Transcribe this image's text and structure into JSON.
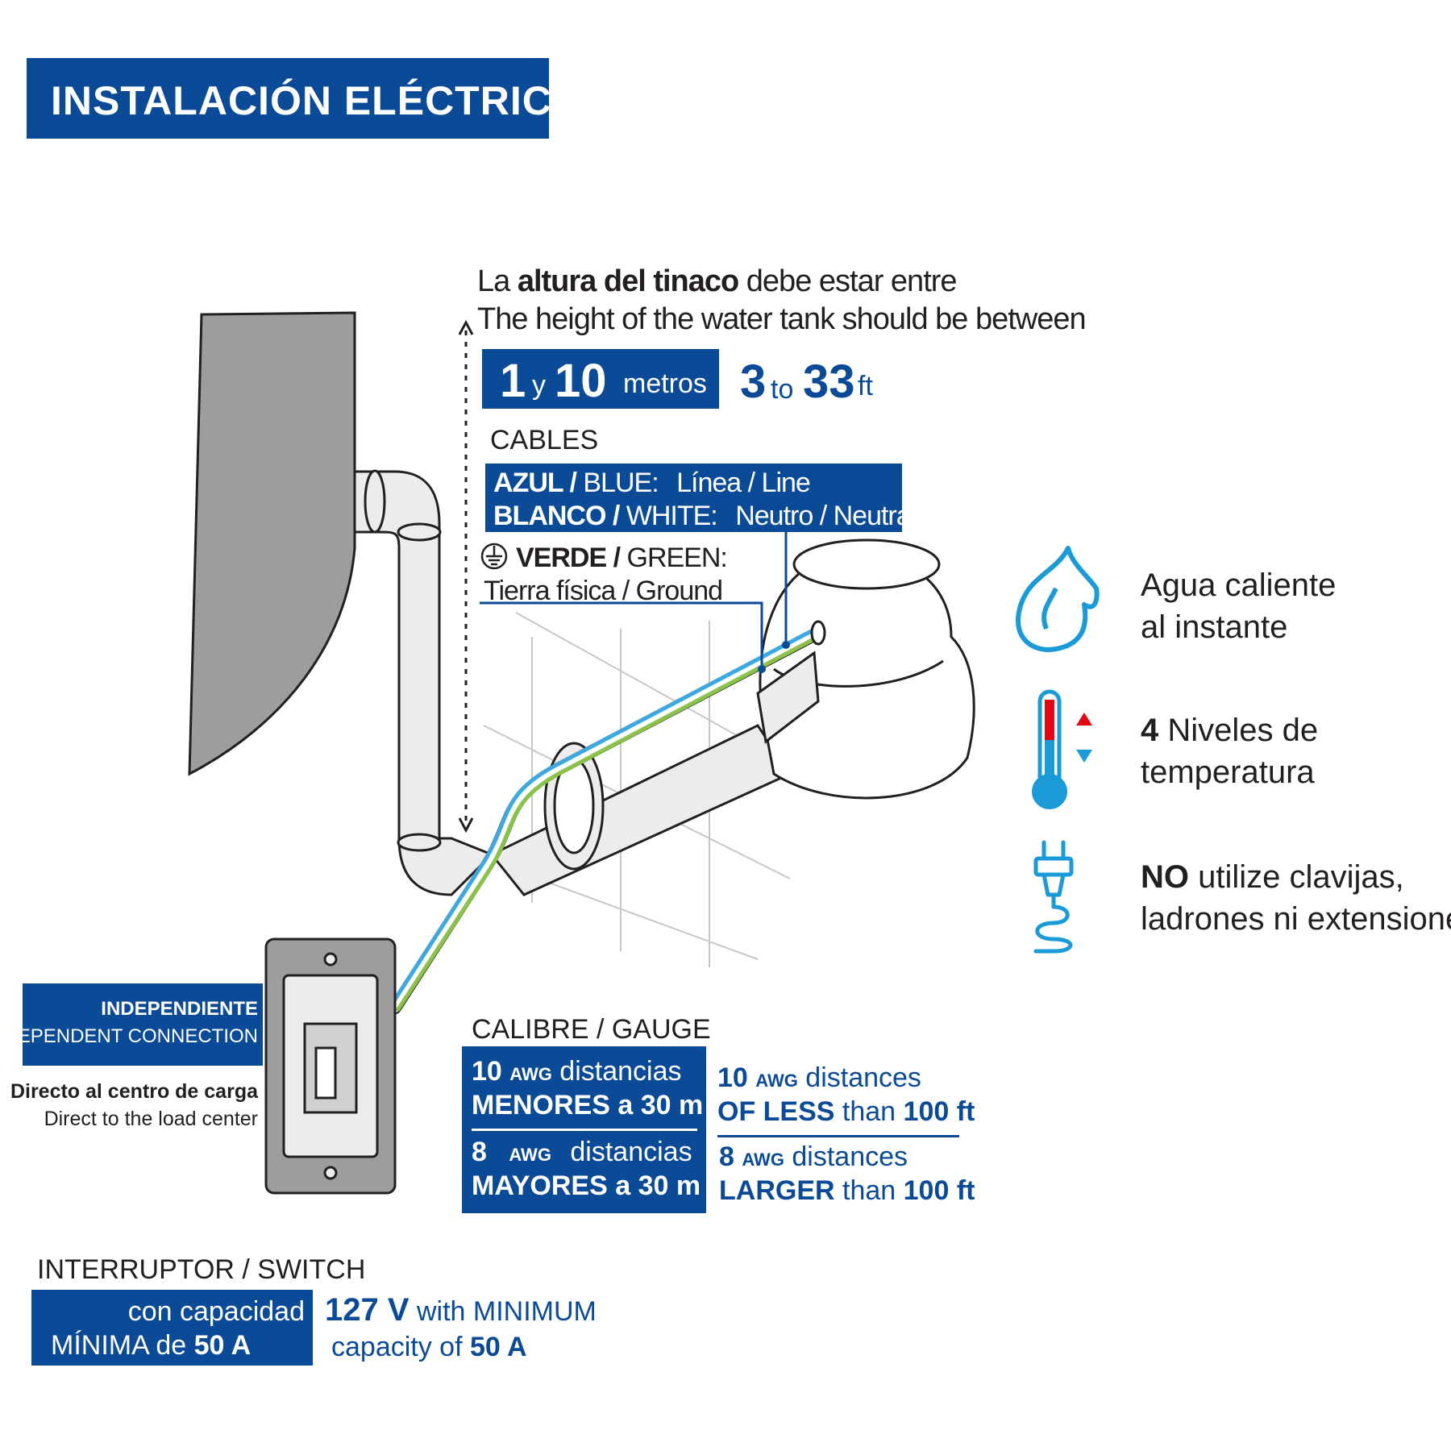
{
  "header": {
    "title": "INSTALACIÓN ELÉCTRICA"
  },
  "height": {
    "es_pre": "La ",
    "es_bold": "altura del tinaco",
    "es_post": " debe estar entre",
    "en": "The height of the water tank should be between",
    "metric_min": "1",
    "metric_join": "y",
    "metric_max": "10",
    "metric_unit": "metros",
    "imperial_min": "3",
    "imperial_join": "to",
    "imperial_max": "33",
    "imperial_unit": "ft"
  },
  "cables": {
    "title": "CABLES",
    "blue_bold": "AZUL /",
    "blue_name": " BLUE:",
    "blue_desc": "Línea / Line",
    "white_bold": "BLANCO /",
    "white_name": " WHITE:",
    "white_desc": "Neutro / Neutral",
    "green_bold": "VERDE /",
    "green_name": " GREEN:",
    "green_desc": "Tierra física / Ground"
  },
  "features": [
    {
      "icon": "flame-icon",
      "line1": "Agua caliente",
      "line2": "al instante"
    },
    {
      "icon": "thermometer-icon",
      "bold": "4",
      "line1": " Niveles de",
      "line2": "temperatura"
    },
    {
      "icon": "plug-icon",
      "bold": "NO",
      "line1": " utilize clavijas,",
      "line2": "ladrones ni extensiones"
    }
  ],
  "connection": {
    "es": "INDEPENDIENTE",
    "en": "INDEPENDENT CONNECTION",
    "direct_es": "Directo al centro de carga",
    "direct_en": "Direct to the load center"
  },
  "gauge": {
    "title": "CALIBRE / GAUGE",
    "r1_num": "10",
    "r1_awg": "AWG",
    "r1_es": " distancias",
    "r1_es_bold": "MENORES",
    "r1_es_tail": " a 30 m",
    "r1_en": " distances",
    "r1_en_bold": "OF LESS",
    "r1_en_mid": " than ",
    "r1_en_end": "100 ft",
    "r2_num": "8",
    "r2_awg": "AWG",
    "r2_es": " distancias",
    "r2_es_bold": "MAYORES",
    "r2_es_tail": " a 30 m",
    "r2_en": " distances",
    "r2_en_bold": "LARGER",
    "r2_en_mid": " than ",
    "r2_en_end": "100 ft"
  },
  "switch": {
    "title": "INTERRUPTOR / SWITCH",
    "es_line1": "con capacidad",
    "es_line2_pre": "MÍNIMA de ",
    "es_line2_val": "50 A",
    "en_volt": "127 V",
    "en_line1": " with MINIMUM",
    "en_line2_pre": "capacity of ",
    "en_line2_val": "50 A"
  },
  "colors": {
    "brand_blue": "#0b4a96",
    "icon_blue": "#1a9ad6",
    "wire_blue": "#3da9e0",
    "wire_green": "#8bc34a",
    "hot_red": "#e30613",
    "tank_gray": "#9d9d9d"
  }
}
